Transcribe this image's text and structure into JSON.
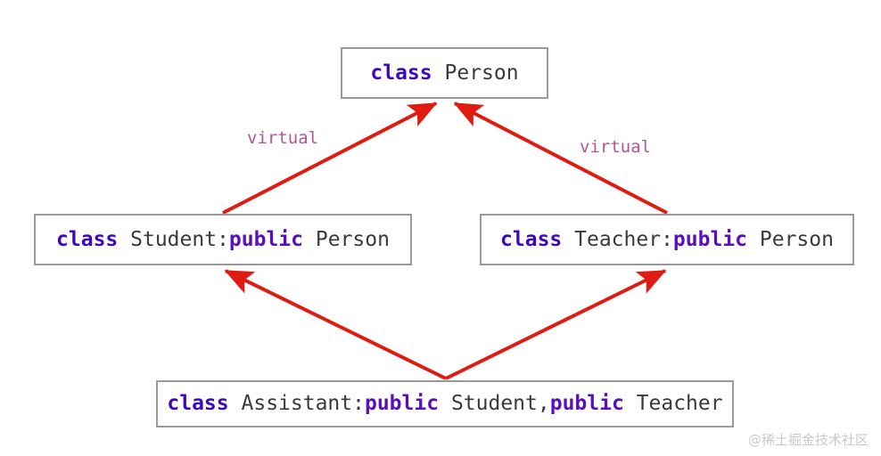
{
  "diagram": {
    "title": "C++ virtual inheritance diamond",
    "colors": {
      "arrow": "#e01b11",
      "box_border": "#9a9a9a",
      "keyword_class": "#3c07c4",
      "keyword_public": "#5a0fbe",
      "identifier": "#3a3a3a",
      "edge_label": "#b0559a",
      "background": "#ffffff",
      "watermark": "#c9c9c9"
    },
    "boxes": [
      {
        "id": "person",
        "tokens": [
          {
            "text": "class",
            "kind": "keyword-class"
          },
          {
            "text": " ",
            "kind": "space"
          },
          {
            "text": "Person",
            "kind": "identifier"
          }
        ]
      },
      {
        "id": "student",
        "tokens": [
          {
            "text": "class",
            "kind": "keyword-class"
          },
          {
            "text": " ",
            "kind": "space"
          },
          {
            "text": "Student:",
            "kind": "identifier"
          },
          {
            "text": "public",
            "kind": "keyword-public"
          },
          {
            "text": " ",
            "kind": "space"
          },
          {
            "text": "Person",
            "kind": "identifier"
          }
        ]
      },
      {
        "id": "teacher",
        "tokens": [
          {
            "text": "class",
            "kind": "keyword-class"
          },
          {
            "text": " ",
            "kind": "space"
          },
          {
            "text": "Teacher:",
            "kind": "identifier"
          },
          {
            "text": "public",
            "kind": "keyword-public"
          },
          {
            "text": " ",
            "kind": "space"
          },
          {
            "text": "Person",
            "kind": "identifier"
          }
        ]
      },
      {
        "id": "assistant",
        "tokens": [
          {
            "text": "class",
            "kind": "keyword-class"
          },
          {
            "text": " ",
            "kind": "space"
          },
          {
            "text": "Assistant:",
            "kind": "identifier"
          },
          {
            "text": "public",
            "kind": "keyword-public"
          },
          {
            "text": " ",
            "kind": "space"
          },
          {
            "text": "Student,",
            "kind": "identifier"
          },
          {
            "text": "public",
            "kind": "keyword-public"
          },
          {
            "text": " ",
            "kind": "space"
          },
          {
            "text": "Teacher",
            "kind": "identifier"
          }
        ]
      }
    ],
    "box_text": {
      "person": "class Person",
      "student": "class Student:public Person",
      "teacher": "class Teacher:public Person",
      "assistant": "class Assistant:public Student,public Teacher"
    },
    "edges": [
      {
        "id": "student-to-person",
        "from": "student",
        "to": "person",
        "label": "virtual"
      },
      {
        "id": "teacher-to-person",
        "from": "teacher",
        "to": "person",
        "label": "virtual"
      },
      {
        "id": "assistant-to-student",
        "from": "assistant",
        "to": "student",
        "label": ""
      },
      {
        "id": "assistant-to-teacher",
        "from": "assistant",
        "to": "teacher",
        "label": ""
      }
    ],
    "labels": {
      "virtual_left": "virtual",
      "virtual_right": "virtual"
    },
    "watermark": "@稀土掘金技术社区"
  }
}
